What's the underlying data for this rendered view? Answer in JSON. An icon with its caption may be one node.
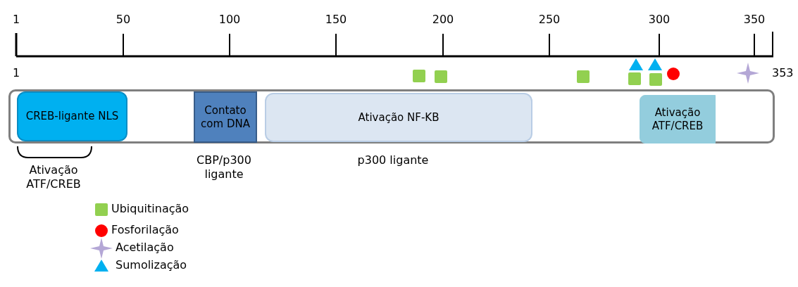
{
  "diagram": {
    "nodes": [
      {
        "text": [],
        "shape": "bar"
      },
      {
        "text": [
          "CREB-ligante NLS"
        ],
        "in": 0
      },
      {
        "text": [
          "Contato com DNA"
        ],
        "in": 0
      },
      {
        "text": [
          "Ativação NF-KB"
        ],
        "in": 0
      },
      {
        "text": [
          "Ativação ATF/CREB"
        ],
        "in": 0
      }
    ],
    "edges": [],
    "labels": [
      "1",
      "50",
      "100",
      "150",
      "200",
      "250",
      "300",
      "350",
      "1",
      "353",
      "Ativação ATF/CREB",
      "CBP/p300 ligante",
      "p300 ligante"
    ],
    "legend": [
      {
        "text": "Ubiquitinação",
        "color": "#92d050"
      },
      {
        "text": "Fosforilação",
        "color": "#ff0000"
      },
      {
        "text": "Acetilação",
        "color": "#b4a7d6"
      },
      {
        "text": "Sumolização",
        "color": "#00b0f0"
      }
    ]
  }
}
